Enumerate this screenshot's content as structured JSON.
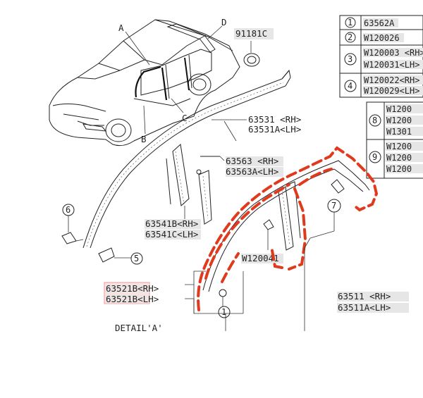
{
  "car": {
    "callouts": [
      "A",
      "B",
      "C",
      "D"
    ]
  },
  "parts": {
    "p91181c": "91181C",
    "p63531_rh": "63531 <RH>",
    "p63531a_lh": "63531A<LH>",
    "p63563_rh": "63563 <RH>",
    "p63563a_lh": "63563A<LH>",
    "p63541b_rh": "63541B<RH>",
    "p63541c_lh": "63541C<LH>",
    "w120041": "W120041",
    "p63521b_rh": "63521B<RH>",
    "p63521b_lh": "63521B<LH>",
    "p63511_rh": "63511 <RH>",
    "p63511a_lh": "63511A<LH>",
    "detail": "DETAIL'A'"
  },
  "circles": {
    "c1": "1",
    "c5": "5",
    "c6": "6",
    "c7": "7"
  },
  "table1": {
    "rows": [
      {
        "num": "1",
        "lines": [
          "63562A"
        ]
      },
      {
        "num": "2",
        "lines": [
          "W120026"
        ]
      },
      {
        "num": "3",
        "lines": [
          "W120003 <RH>",
          "W120031<LH>"
        ]
      },
      {
        "num": "4",
        "lines": [
          "W120022<RH>",
          "W120029<LH>"
        ]
      }
    ]
  },
  "table2": {
    "rows": [
      {
        "num": "8",
        "lines": [
          "W1200",
          "W1200",
          "W1301"
        ]
      },
      {
        "num": "9",
        "lines": [
          "W1200",
          "W1200",
          "W1200"
        ]
      }
    ]
  },
  "colors": {
    "highlight": "#e03a1e",
    "ink": "#222222",
    "part_bg": "#e6e6e6",
    "selection_box": "#f4a6a6"
  }
}
